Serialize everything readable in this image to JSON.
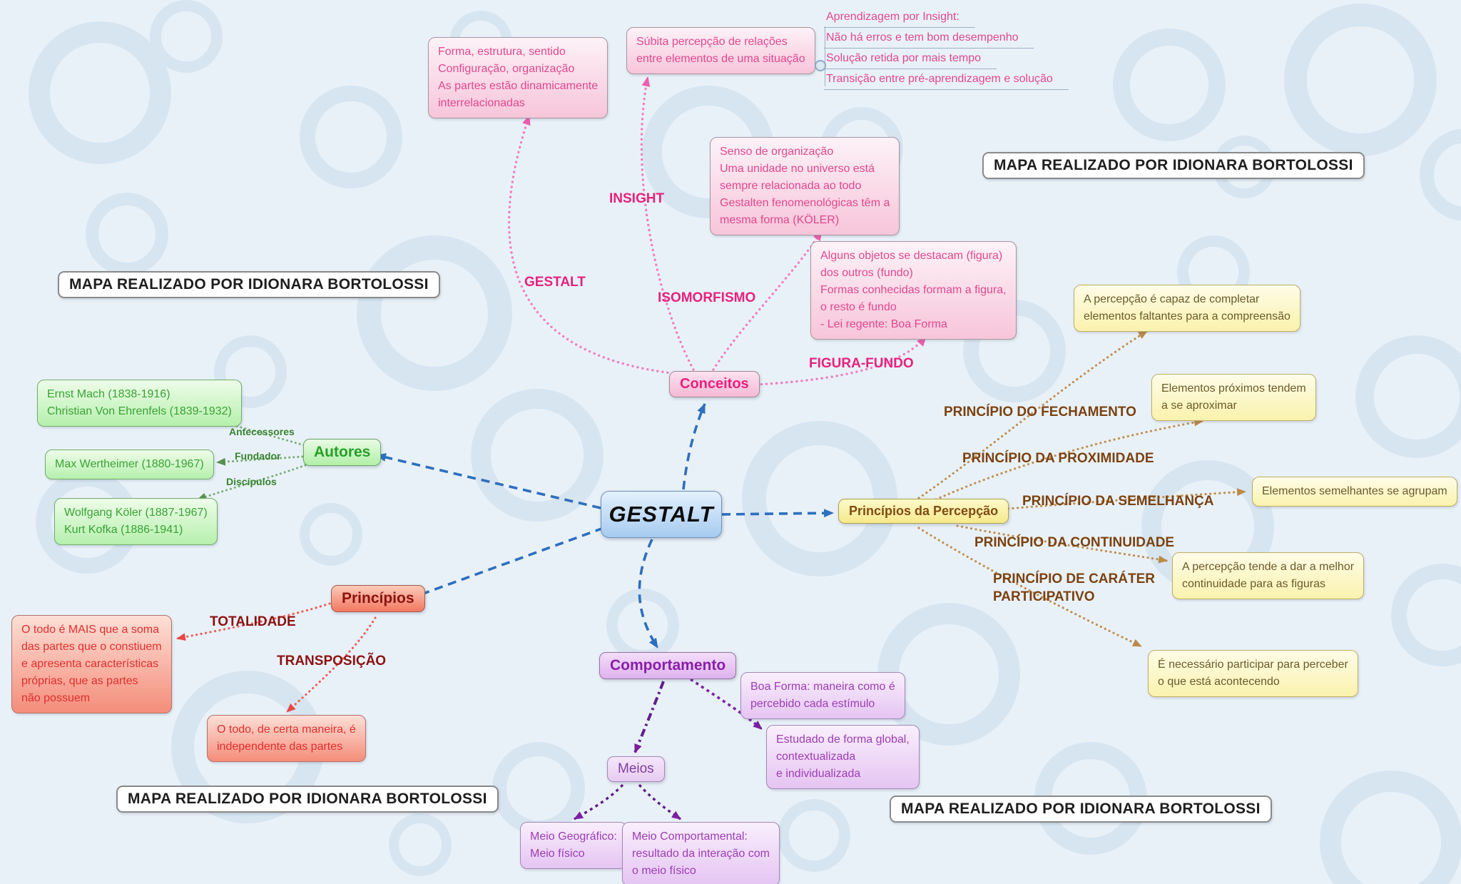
{
  "watermark": "MAPA REALIZADO POR IDIONARA BORTOLOSSI",
  "root": {
    "label": "GESTALT"
  },
  "conceitos": {
    "node_label": "Conceitos",
    "edge_labels": {
      "gestalt": "GESTALT",
      "insight": "INSIGHT",
      "isomorfismo": "ISOMORFISMO",
      "figura_fundo": "FIGURA-FUNDO"
    },
    "box_forma": "Forma, estrutura, sentido\nConfiguração, organização\nAs partes estão dinamicamente\ninterrelacionadas",
    "box_subita": "Súbita percepção de relações\nentre elementos de uma situação",
    "box_senso": "Senso de organização\nUma unidade no universo está\nsempre relacionada ao todo\nGestalten fenomenológicas têm a\nmesma forma (KÖLER)",
    "box_figura_fundo": "Alguns objetos se destacam (figura)\ndos outros (fundo)\nFormas conhecidas formam a figura,\no resto é fundo\n- Lei regente: Boa Forma",
    "insight_list": {
      "title": "Aprendizagem por Insight:",
      "items": [
        "Não há erros e tem bom desempenho",
        "Solução retida por mais tempo",
        "Transição entre pré-aprendizagem e solução"
      ]
    }
  },
  "autores": {
    "node_label": "Autores",
    "edge_labels": {
      "antecessores": "Antecessores",
      "fundador": "Fundador",
      "discipulos": "Discípulos"
    },
    "box_antecessores": "Ernst Mach (1838-1916)\nChristian Von Ehrenfels (1839-1932)",
    "box_fundador": "Max Wertheimer (1880-1967)",
    "box_discipulos": "Wolfgang Köler (1887-1967)\nKurt Kofka (1886-1941)"
  },
  "principios": {
    "node_label": "Princípios",
    "edge_labels": {
      "totalidade": "TOTALIDADE",
      "transposicao": "TRANSPOSIÇÃO"
    },
    "box_totalidade": "O todo é MAIS que a soma\ndas partes que o constiuem\ne apresenta características\npróprias, que as partes\nnão possuem",
    "box_transposicao": "O todo, de certa maneira, é\nindependente das partes"
  },
  "comportamento": {
    "node_label": "Comportamento",
    "box_boa_forma": "Boa Forma: maneira como é\npercebido cada estímulo",
    "box_estudado": "Estudado de forma global,\ncontextualizada\ne individualizada",
    "meios": {
      "node_label": "Meios",
      "box_geografico": "Meio Geográfico:\nMeio físico",
      "box_comportamental": "Meio Comportamental:\nresultado da interação com\no meio físico"
    }
  },
  "percepcao": {
    "node_label": "Princípios da Percepção",
    "edge_labels": {
      "fechamento": "PRINCÍPIO DO FECHAMENTO",
      "proximidade": "PRINCÍPIO DA PROXIMIDADE",
      "semelhanca": "PRINCÍPIO DA SEMELHANÇA",
      "continuidade": "PRINCÍPIO DA CONTINUIDADE",
      "participativo": "PRINCÍPIO DE CARÁTER\nPARTICIPATIVO"
    },
    "box_fechamento": "A percepção é capaz de completar\nelementos faltantes para a compreensão",
    "box_proximidade": "Elementos próximos tendem\na se aproximar",
    "box_semelhanca": "Elementos semelhantes se agrupam",
    "box_continuidade": "A percepção tende a dar a melhor\ncontinuidade para as figuras",
    "box_participativo": "É necessário participar para perceber\no que está acontecendo"
  },
  "colors": {
    "background": "#e9f1f8",
    "pink_accent": "#e8217d",
    "green_accent": "#27a027",
    "red_accent": "#8c1212",
    "brown_accent": "#7b4210",
    "purple_accent": "#8a1fa8",
    "blue_edge": "#2e6fbf"
  }
}
